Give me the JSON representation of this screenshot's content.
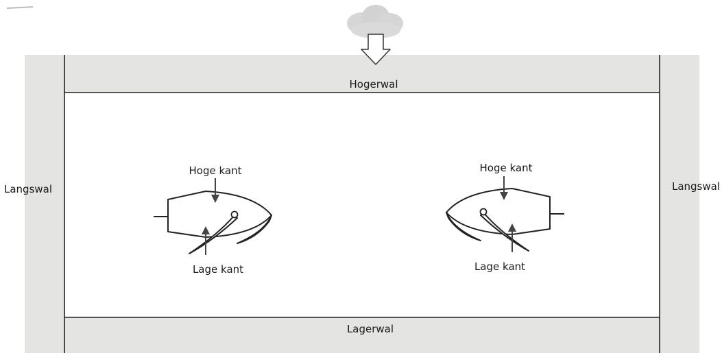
{
  "labels": {
    "top_band": "Hogerwal",
    "bottom_band": "Lagerwal",
    "left_band": "Langswal",
    "right_band": "Langswal"
  },
  "boats": [
    {
      "id": "left",
      "high_edge": "Hoge kant",
      "low_edge": "Lage kant"
    },
    {
      "id": "right",
      "high_edge": "Hoge kant",
      "low_edge": "Lage kant"
    }
  ],
  "icons": {
    "wind_cloud": "cloud-icon",
    "wind_direction": "down-arrow-icon"
  },
  "colors": {
    "band_fill": "#e4e4e2",
    "line": "#222222",
    "cloud": "#d8d8d8"
  }
}
